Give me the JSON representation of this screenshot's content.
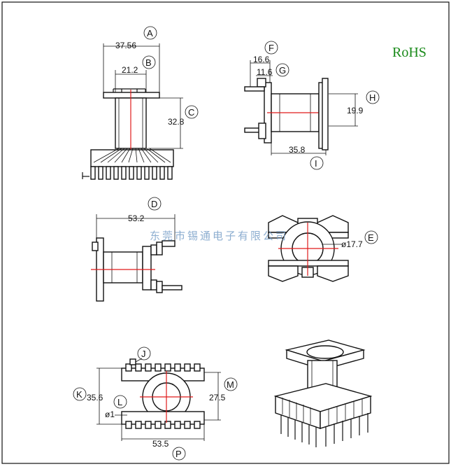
{
  "rohs_mark": "RoHS",
  "watermark": "东莞市锡通电子有限公司",
  "labels": {
    "A": "A",
    "B": "B",
    "C": "C",
    "D": "D",
    "E": "E",
    "F": "F",
    "G": "G",
    "H": "H",
    "I": "I",
    "J": "J",
    "K": "K",
    "L": "L",
    "M": "M",
    "P": "P"
  },
  "dimensions": {
    "A": "37.56",
    "B": "21.2",
    "C": "32.8",
    "D": "53.2",
    "E": "ø17.7",
    "F": "16.6",
    "G": "11.6",
    "H": "19.9",
    "I": "35.8",
    "K": "35.6",
    "L": "ø1",
    "M": "27.5",
    "P": "53.5"
  },
  "colors": {
    "rohs": "#1a8a1a",
    "centerline": "#e01a1a",
    "watermark": "#7aa0c8"
  }
}
